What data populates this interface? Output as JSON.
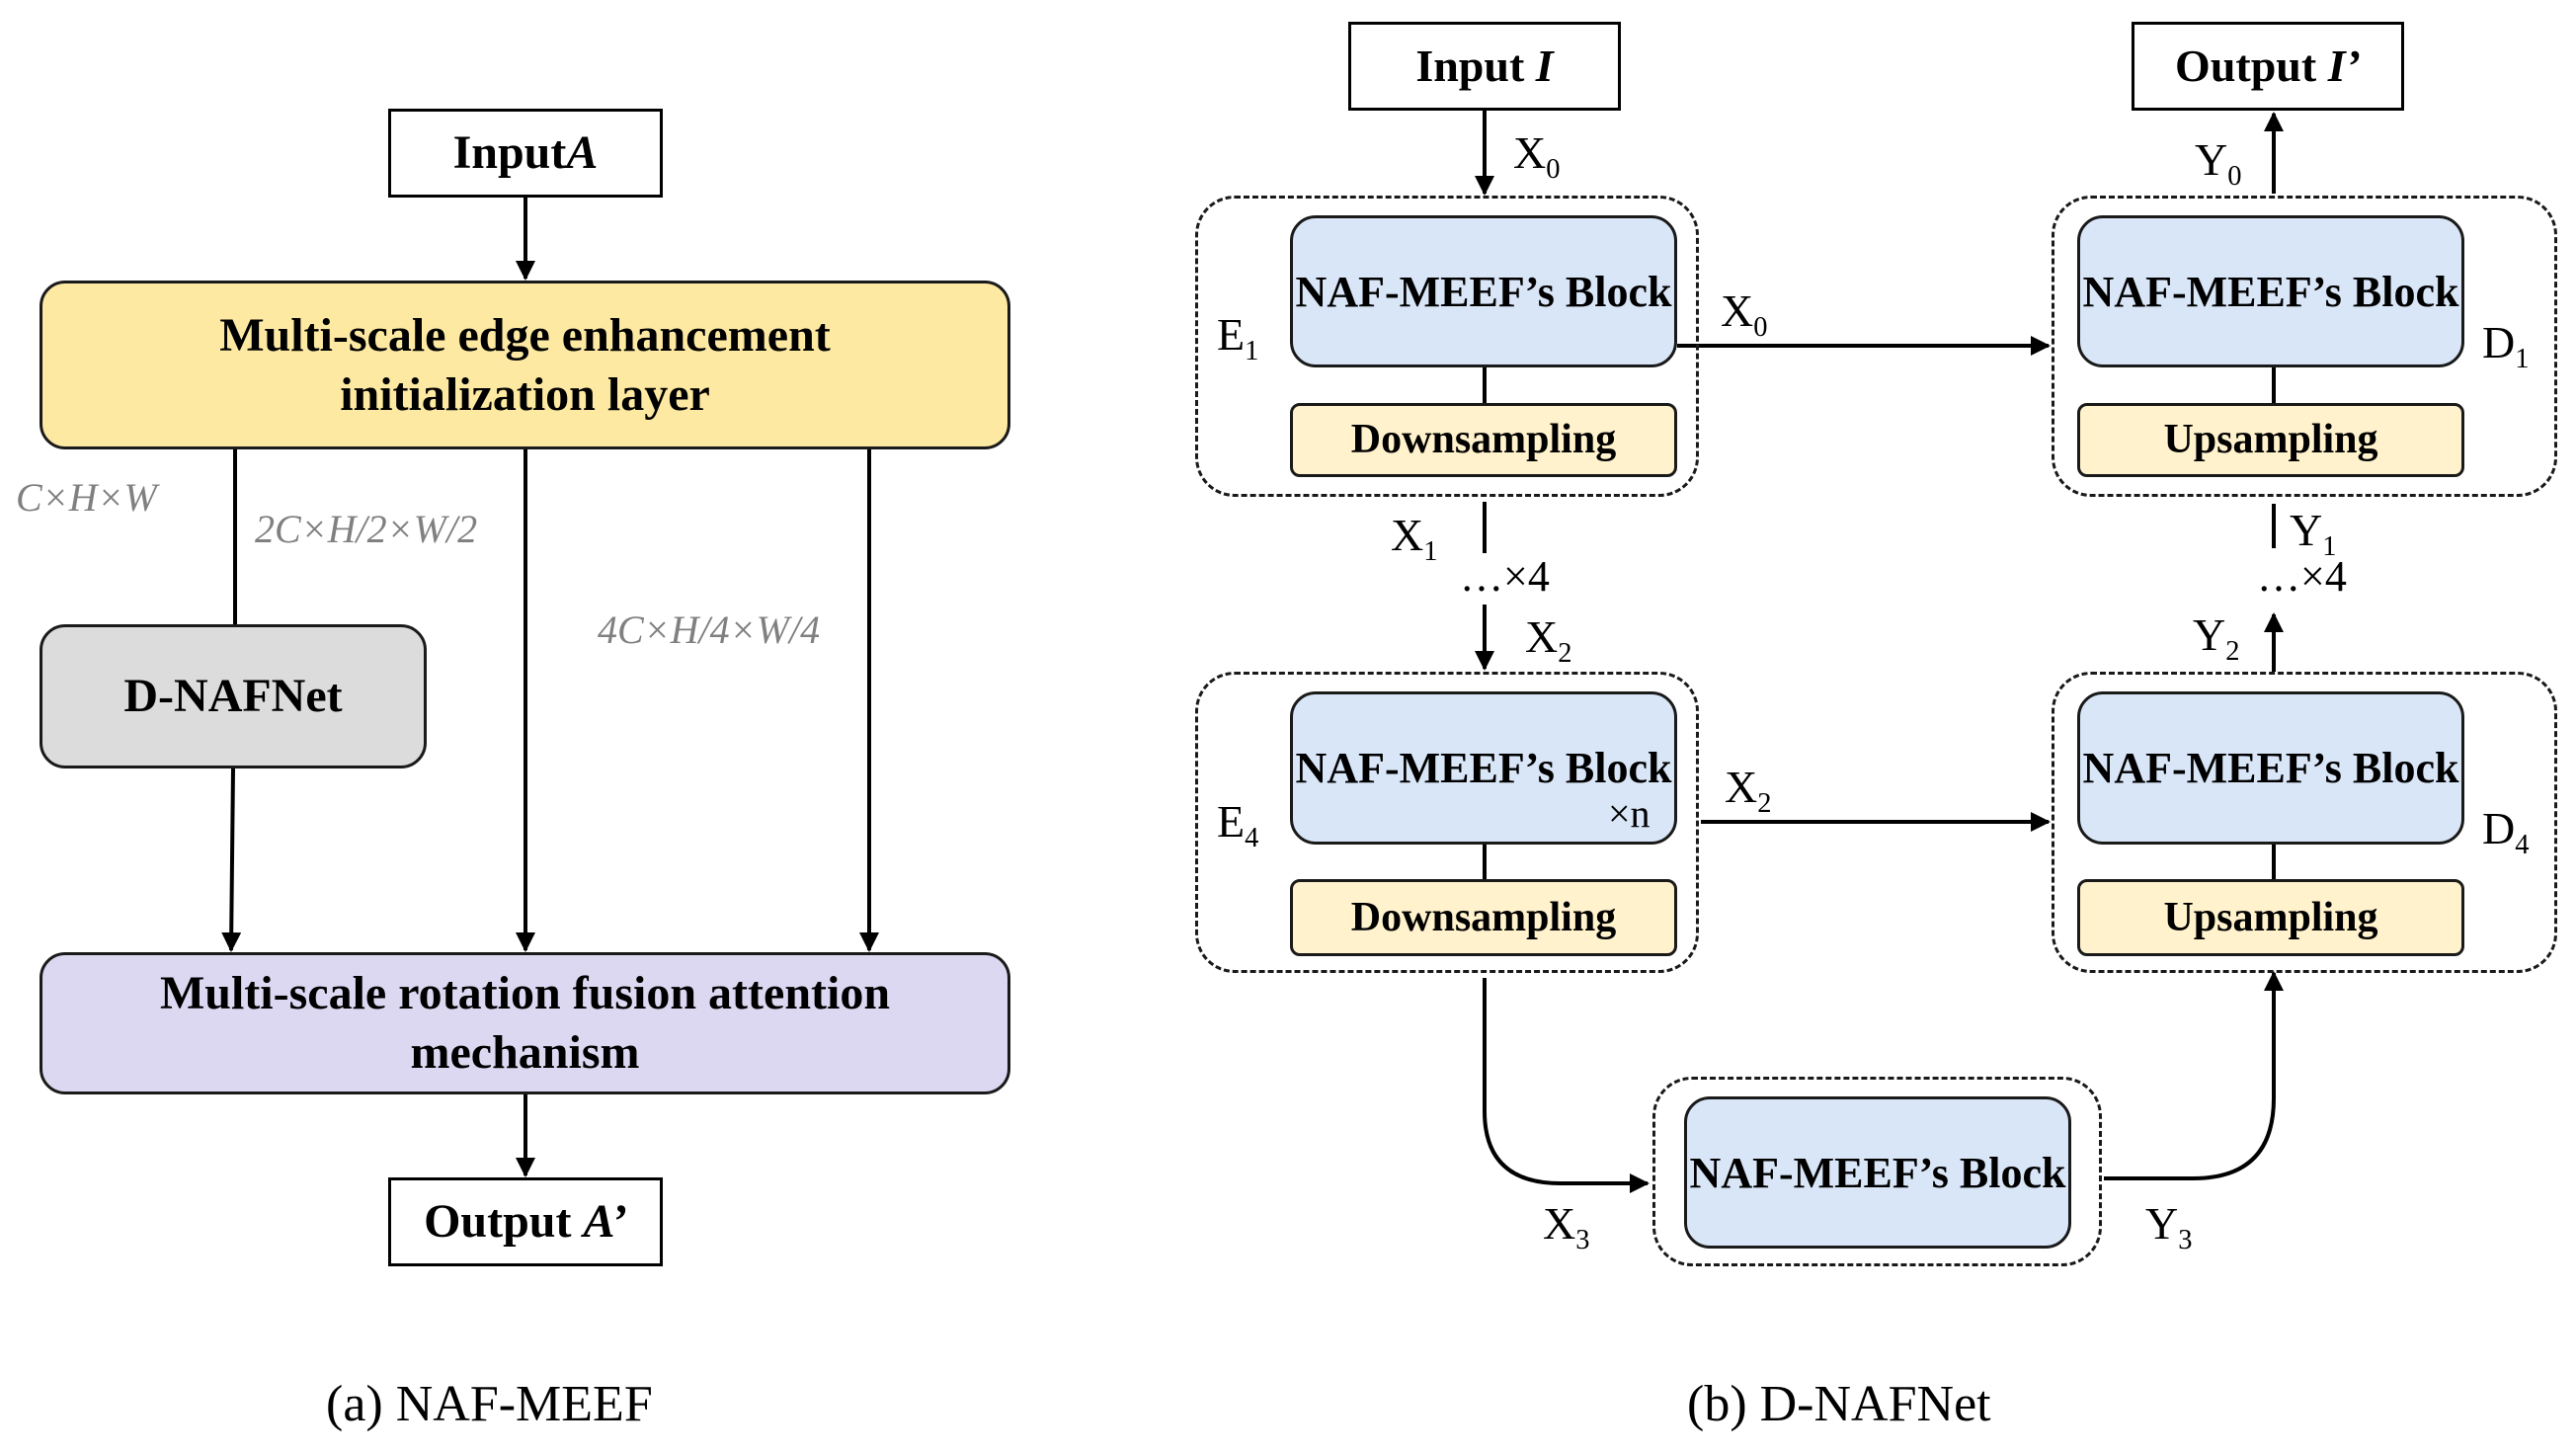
{
  "panel_a": {
    "input": {
      "text": "Input ",
      "var": "A"
    },
    "init_layer": "Multi-scale edge enhancement initialization layer",
    "dnafnet": "D-NAFNet",
    "attention": "Multi-scale rotation fusion attention mechanism",
    "output": {
      "text": "Output ",
      "var": "A’"
    },
    "dims": [
      "C×H×W",
      "2C×H/2×W/2",
      "4C×H/4×W/4"
    ],
    "caption": "(a) NAF-MEEF"
  },
  "panel_b": {
    "input": {
      "text": "Input ",
      "var": "I"
    },
    "output": {
      "text": "Output ",
      "var": "I’"
    },
    "block": "NAF-MEEF’s Block",
    "downsampling": "Downsampling",
    "upsampling": "Upsampling",
    "repeat": "×n",
    "loop": "…×4",
    "labels": {
      "E1": [
        "E",
        "1"
      ],
      "E4": [
        "E",
        "4"
      ],
      "D1": [
        "D",
        "1"
      ],
      "D4": [
        "D",
        "4"
      ],
      "X0": [
        "X",
        "0"
      ],
      "X1": [
        "X",
        "1"
      ],
      "X2": [
        "X",
        "2"
      ],
      "X3": [
        "X",
        "3"
      ],
      "Y0": [
        "Y",
        "0"
      ],
      "Y1": [
        "Y",
        "1"
      ],
      "Y2": [
        "Y",
        "2"
      ],
      "Y3": [
        "Y",
        "3"
      ]
    },
    "caption": "(b) D-NAFNet"
  }
}
